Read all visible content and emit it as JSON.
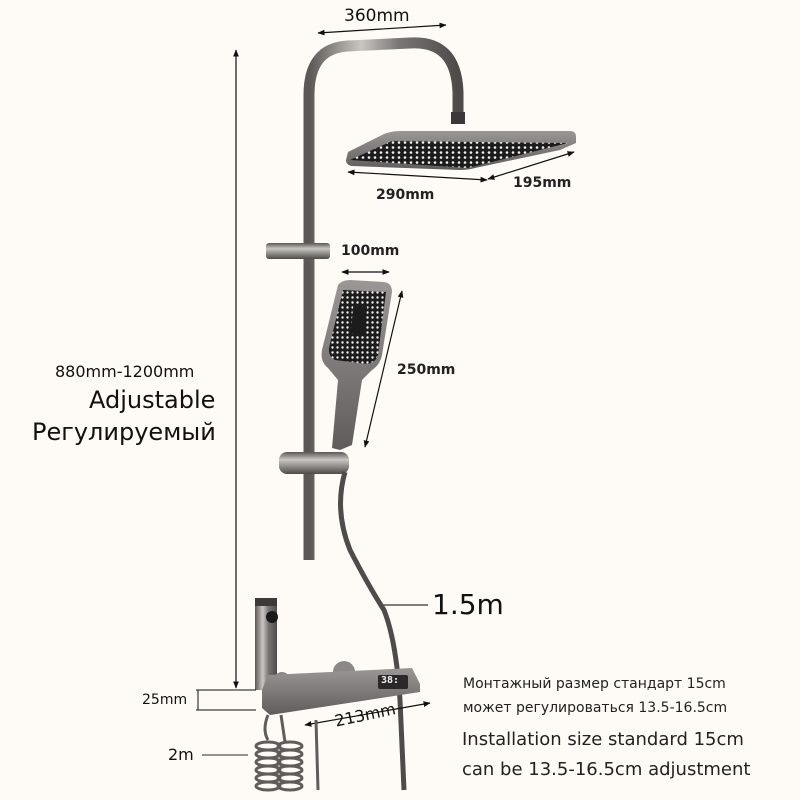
{
  "product": {
    "type": "shower system dimensions diagram",
    "colors": {
      "background": "#fefbf6",
      "metal": "#6e6b6a",
      "metal_light": "#b9b6b3",
      "nozzle_face": "#1d1c1c",
      "text": "#111111"
    }
  },
  "dimensions": {
    "overhead_arm_width": "360mm",
    "rain_head_length": "290mm",
    "rain_head_depth": "195mm",
    "hand_shower_width": "100mm",
    "hand_shower_length": "250mm",
    "height_range": "880mm-1200mm",
    "height_adjustable_en": "Adjustable",
    "height_adjustable_ru": "Регулируемый",
    "hose_length": "1.5m",
    "bidet_hose_length": "2m",
    "base_offset": "25mm",
    "thermostat_width": "213mm"
  },
  "display": {
    "temperature_readout": "38:"
  },
  "notes": {
    "ru_line1": "Монтажный размер стандарт 15cm",
    "ru_line2": "может регулироваться 13.5-16.5cm",
    "en_line1": "Installation size standard 15cm",
    "en_line2": "can be 13.5-16.5cm adjustment"
  }
}
